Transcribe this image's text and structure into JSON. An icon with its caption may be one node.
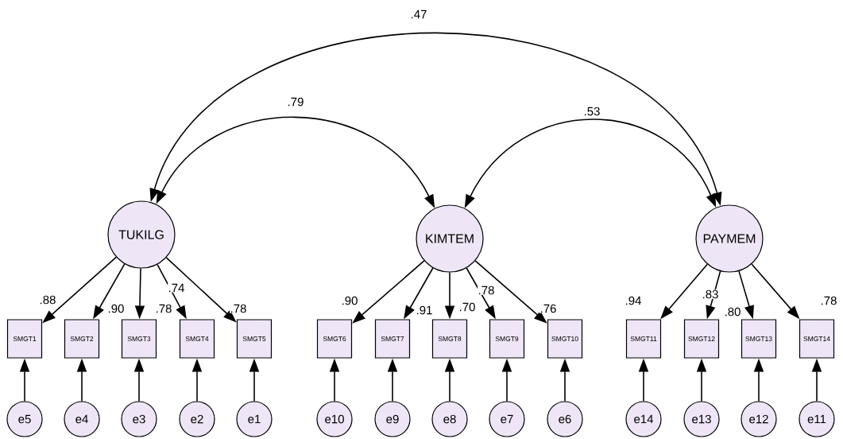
{
  "diagram": {
    "nodes": [
      {
        "text": [
          "TUKILG"
        ]
      },
      {
        "text": [
          "KIMTEM"
        ]
      },
      {
        "text": [
          "PAYMEM"
        ]
      },
      {
        "text": [
          "SMGT1"
        ]
      },
      {
        "text": [
          "SMGT2"
        ]
      },
      {
        "text": [
          "SMGT3"
        ]
      },
      {
        "text": [
          "SMGT4"
        ]
      },
      {
        "text": [
          "SMGT5"
        ]
      },
      {
        "text": [
          "SMGT6"
        ]
      },
      {
        "text": [
          "SMGT7"
        ]
      },
      {
        "text": [
          "SMGT8"
        ]
      },
      {
        "text": [
          "SMGT9"
        ]
      },
      {
        "text": [
          "SMGT10"
        ]
      },
      {
        "text": [
          "SMGT11"
        ]
      },
      {
        "text": [
          "SMGT12"
        ]
      },
      {
        "text": [
          "SMGT13"
        ]
      },
      {
        "text": [
          "SMGT14"
        ]
      },
      {
        "text": [
          "e5"
        ]
      },
      {
        "text": [
          "e4"
        ]
      },
      {
        "text": [
          "e3"
        ]
      },
      {
        "text": [
          "e2"
        ]
      },
      {
        "text": [
          "e1"
        ]
      },
      {
        "text": [
          "e10"
        ]
      },
      {
        "text": [
          "e9"
        ]
      },
      {
        "text": [
          "e8"
        ]
      },
      {
        "text": [
          "e7"
        ]
      },
      {
        "text": [
          "e6"
        ]
      },
      {
        "text": [
          "e14"
        ]
      },
      {
        "text": [
          "e13"
        ]
      },
      {
        "text": [
          "e12"
        ]
      },
      {
        "text": [
          "e11"
        ]
      }
    ],
    "edges": [
      {
        "from": 0,
        "to": 2,
        "arrow": "both",
        "label": ".47"
      },
      {
        "from": 0,
        "to": 1,
        "arrow": "both",
        "label": ".79"
      },
      {
        "from": 1,
        "to": 2,
        "arrow": "both",
        "label": ".53"
      },
      {
        "from": 0,
        "to": 3,
        "arrow": "to",
        "label": ".88"
      },
      {
        "from": 0,
        "to": 4,
        "arrow": "to",
        "label": ".90"
      },
      {
        "from": 0,
        "to": 5,
        "arrow": "to",
        "label": ".78"
      },
      {
        "from": 0,
        "to": 6,
        "arrow": "to",
        "label": ".74"
      },
      {
        "from": 0,
        "to": 7,
        "arrow": "to",
        "label": ".78"
      },
      {
        "from": 1,
        "to": 8,
        "arrow": "to",
        "label": ".90"
      },
      {
        "from": 1,
        "to": 9,
        "arrow": "to",
        "label": ".91"
      },
      {
        "from": 1,
        "to": 10,
        "arrow": "to",
        "label": ".70"
      },
      {
        "from": 1,
        "to": 11,
        "arrow": "to",
        "label": ".78"
      },
      {
        "from": 1,
        "to": 12,
        "arrow": "to",
        "label": ".76"
      },
      {
        "from": 2,
        "to": 13,
        "arrow": "to",
        "label": ".94"
      },
      {
        "from": 2,
        "to": 14,
        "arrow": "to",
        "label": ".83"
      },
      {
        "from": 2,
        "to": 15,
        "arrow": "to",
        "label": ".80"
      },
      {
        "from": 2,
        "to": 16,
        "arrow": "to",
        "label": ".78"
      },
      {
        "from": 17,
        "to": 3,
        "arrow": "to"
      },
      {
        "from": 18,
        "to": 4,
        "arrow": "to"
      },
      {
        "from": 19,
        "to": 5,
        "arrow": "to"
      },
      {
        "from": 20,
        "to": 6,
        "arrow": "to"
      },
      {
        "from": 21,
        "to": 7,
        "arrow": "to"
      },
      {
        "from": 22,
        "to": 8,
        "arrow": "to"
      },
      {
        "from": 23,
        "to": 9,
        "arrow": "to"
      },
      {
        "from": 24,
        "to": 10,
        "arrow": "to"
      },
      {
        "from": 25,
        "to": 11,
        "arrow": "to"
      },
      {
        "from": 26,
        "to": 12,
        "arrow": "to"
      },
      {
        "from": 27,
        "to": 13,
        "arrow": "to"
      },
      {
        "from": 28,
        "to": 14,
        "arrow": "to"
      },
      {
        "from": 29,
        "to": 15,
        "arrow": "to"
      },
      {
        "from": 30,
        "to": 16,
        "arrow": "to"
      }
    ]
  }
}
